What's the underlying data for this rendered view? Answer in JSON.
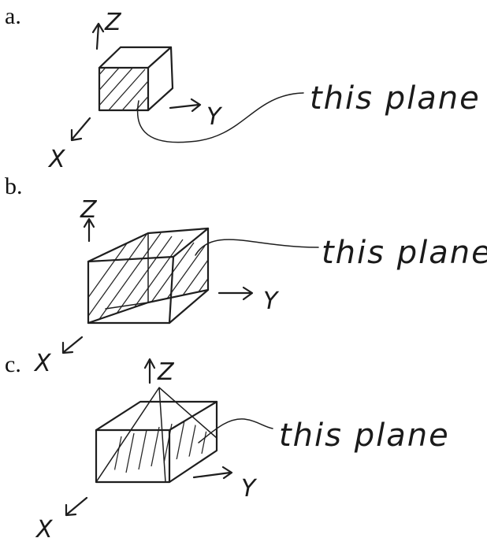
{
  "figure": {
    "parts": [
      {
        "label": "a.",
        "annotation": "this plane",
        "axes": {
          "x": "X",
          "y": "Y",
          "z": "Z"
        }
      },
      {
        "label": "b.",
        "annotation": "this plane",
        "axes": {
          "x": "X",
          "y": "Y",
          "z": "Z"
        }
      },
      {
        "label": "c.",
        "annotation": "this plane",
        "axes": {
          "x": "X",
          "y": "Y",
          "z": "Z"
        }
      }
    ],
    "colors": {
      "ink": "#1e1e1e",
      "background": "#ffffff"
    }
  }
}
